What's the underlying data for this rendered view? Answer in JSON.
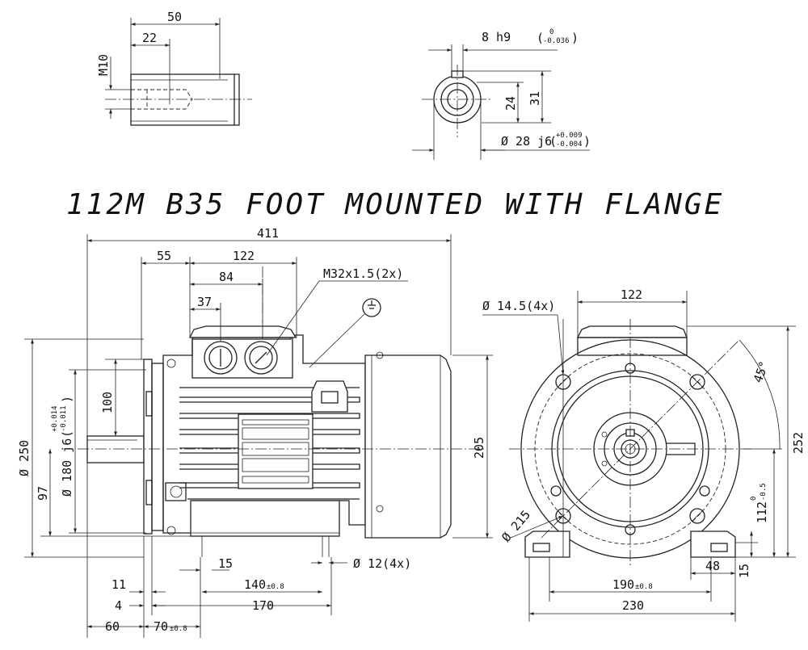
{
  "title": "112M B35 FOOT MOUNTED WITH FLANGE",
  "shaft_end_view": {
    "d50": "50",
    "d22": "22",
    "thread": "M10"
  },
  "shaft_section": {
    "key": "8 h9",
    "key_tol_top": "0",
    "key_tol_bot": "-0.036",
    "d24": "24",
    "d31": "31",
    "shaft_dia": "Ø 28 j6",
    "shaft_tol_top": "+0.009",
    "shaft_tol_bot": "-0.004"
  },
  "side_view": {
    "len_411": "411",
    "d55": "55",
    "d122": "122",
    "d84": "84",
    "d37": "37",
    "gland": "M32x1.5(2x)",
    "d100": "100",
    "d250": "Ø 250",
    "d180": "Ø 180 j6",
    "d180_tol_top": "+0.014",
    "d180_tol_bot": "-0.011",
    "d97": "97",
    "d205": "205",
    "d15": "15",
    "d140": "140",
    "d140_tol": "±0.8",
    "holes": "Ø 12(4x)",
    "d11": "11",
    "d4": "4",
    "d170": "170",
    "d60": "60",
    "d70": "70",
    "d70_tol": "±0.8"
  },
  "front_view": {
    "flange_holes": "Ø 14.5(4x)",
    "d122": "122",
    "angle": "45°",
    "d252": "252",
    "d215": "Ø 215",
    "d112": "112",
    "d112_tol_top": "0",
    "d112_tol_bot": "-0.5",
    "d190": "190",
    "d190_tol": "±0.8",
    "d48": "48",
    "d15": "15",
    "d230": "230"
  }
}
